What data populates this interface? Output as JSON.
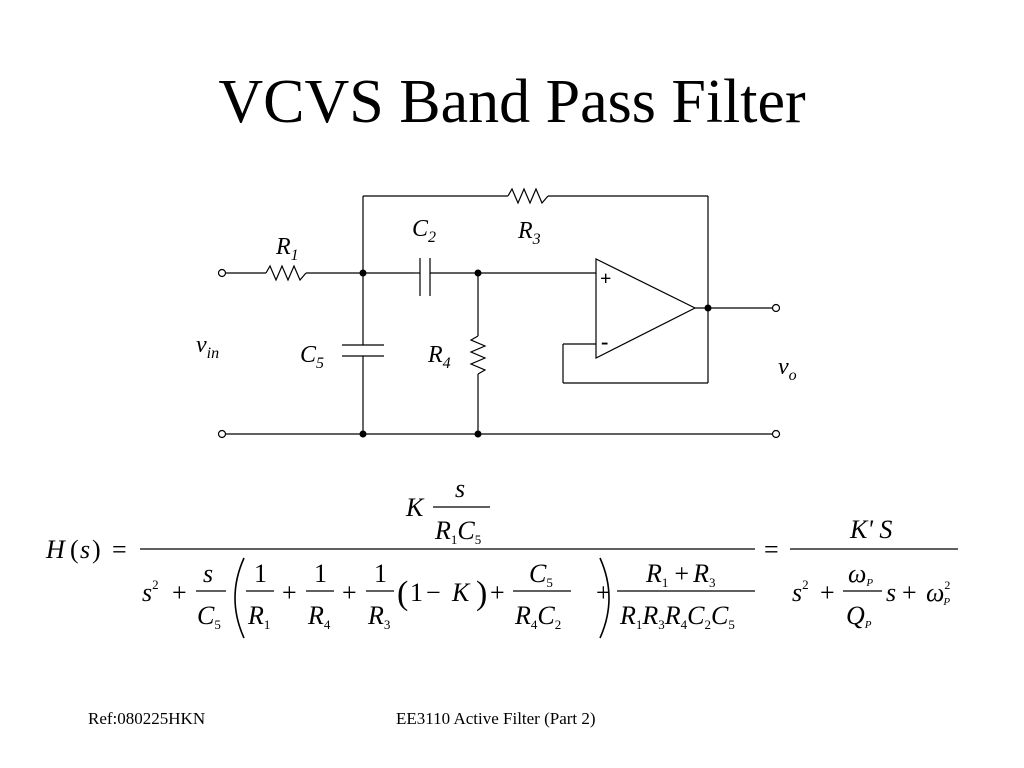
{
  "slide": {
    "title": "VCVS Band Pass Filter",
    "footer_left": "Ref:080225HKN",
    "footer_center": "EE3110 Active Filter (Part 2)"
  },
  "circuit": {
    "components": {
      "r1": {
        "letter": "R",
        "sub": "1"
      },
      "r3": {
        "letter": "R",
        "sub": "3"
      },
      "r4": {
        "letter": "R",
        "sub": "4"
      },
      "c2": {
        "letter": "C",
        "sub": "2"
      },
      "c5": {
        "letter": "C",
        "sub": "5"
      }
    },
    "vin": {
      "letter": "v",
      "sub": "in"
    },
    "vo": {
      "letter": "v",
      "sub": "o"
    },
    "opamp": {
      "plus": "+",
      "minus": "-"
    }
  },
  "formula": {
    "lhs": {
      "H": "H",
      "open": "(",
      "s": "s",
      "close": ")"
    },
    "eq": "=",
    "numerator": {
      "K": "K",
      "s": "s",
      "R": "R",
      "R_sub": "1",
      "C": "C",
      "C_sub": "5"
    },
    "denominator": {
      "s": "s",
      "s_exp": "2",
      "plus": "+",
      "frac_s": {
        "num": "s",
        "den": "C",
        "den_sub": "5"
      },
      "lparen": "(",
      "rparen": ")",
      "one": "1",
      "R1": "R",
      "R1_sub": "1",
      "R4": "R",
      "R4_sub": "4",
      "R3": "R",
      "R3_sub": "3",
      "one_minus": "1",
      "minus": "−",
      "K": "K",
      "c5_num": "C",
      "c5_num_sub": "5",
      "r4c2_R": "R",
      "r4c2_R_sub": "4",
      "r4c2_C": "C",
      "r4c2_C_sub": "2",
      "sum_num_a": "R",
      "sum_num_a_sub": "1",
      "sum_num_plus": "+",
      "sum_num_b": "R",
      "sum_num_b_sub": "3",
      "prod": [
        {
          "letter": "R",
          "sub": "1"
        },
        {
          "letter": "R",
          "sub": "3"
        },
        {
          "letter": "R",
          "sub": "4"
        },
        {
          "letter": "C",
          "sub": "2"
        },
        {
          "letter": "C",
          "sub": "5"
        }
      ]
    },
    "rhs": {
      "num": "K' S",
      "s": "s",
      "s_exp": "2",
      "plus": "+",
      "omega": "ω",
      "omega_sub": "P",
      "Q": "Q",
      "Q_sub": "P",
      "s2": "s",
      "omega2": "ω",
      "omega2_sub": "P",
      "omega2_exp": "2"
    }
  }
}
